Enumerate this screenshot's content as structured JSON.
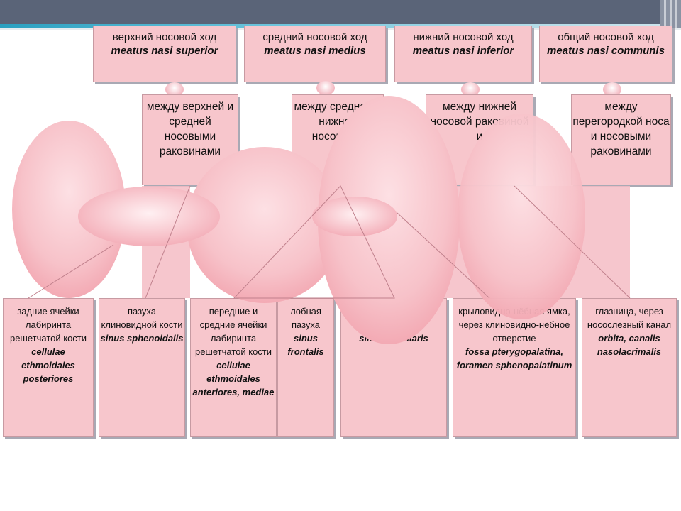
{
  "top_boxes": [
    {
      "ru": "верхний носовой ход",
      "lat": "meatus nasi superior"
    },
    {
      "ru": "средний носовой ход",
      "lat": "meatus nasi medius"
    },
    {
      "ru": "нижний носовой ход",
      "lat": "meatus nasi inferior"
    },
    {
      "ru": "общий носовой ход",
      "lat": "meatus nasi communis"
    }
  ],
  "middle_boxes": [
    {
      "text": "между верхней и средней носовыми раковинами"
    },
    {
      "text": "между средней и нижней носовыми"
    },
    {
      "text": "между нижней носовой раковиной и"
    },
    {
      "text": "между перегородкой носа и носовыми раковинами"
    }
  ],
  "bottom_boxes": [
    {
      "ru": "задние ячейки лабиринта решетчатой кости",
      "lat": "cellulae ethmoidales posteriores"
    },
    {
      "ru": "пазуха клиновидной кости",
      "lat": "sinus sphenoidalis"
    },
    {
      "ru": "передние и средние ячейки лабиринта решетчатой кости",
      "lat": "cellulae ethmoidales anteriores, mediae"
    },
    {
      "ru": "лобная пазуха",
      "lat": "sinus frontalis"
    },
    {
      "ru": "",
      "lat": "sinus maxillaris"
    },
    {
      "ru": "крыловидно-нёбная ямка, через клиновидно-нёбное отверстие",
      "lat": "fossa pterygopalatina, foramen sphenopalatinum"
    },
    {
      "ru": "глазница, через носослёзный канал",
      "lat": "orbita, canalis nasolacrimalis"
    }
  ],
  "colors": {
    "box_fill": "#f7c6cc",
    "header_bar": "#5a6478",
    "accent": "#2aa0c0"
  }
}
